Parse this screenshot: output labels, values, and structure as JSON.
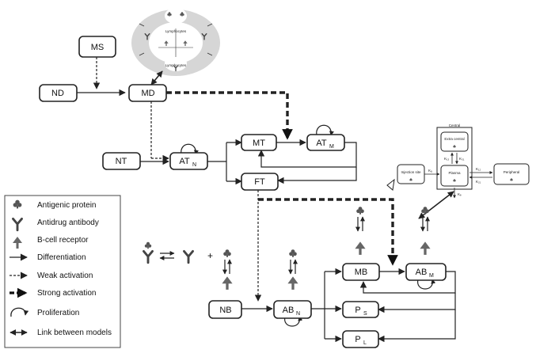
{
  "nodes": {
    "MS": {
      "label": "MS",
      "sub": ""
    },
    "ND": {
      "label": "ND",
      "sub": ""
    },
    "MD": {
      "label": "MD",
      "sub": ""
    },
    "NT": {
      "label": "NT",
      "sub": ""
    },
    "ATN": {
      "label": "AT",
      "sub": "N"
    },
    "MT": {
      "label": "MT",
      "sub": ""
    },
    "ATM": {
      "label": "AT",
      "sub": "M"
    },
    "FT": {
      "label": "FT",
      "sub": ""
    },
    "NB": {
      "label": "NB",
      "sub": ""
    },
    "ABN": {
      "label": "AB",
      "sub": "N"
    },
    "MB": {
      "label": "MB",
      "sub": ""
    },
    "ABM": {
      "label": "AB",
      "sub": "M"
    },
    "PS": {
      "label": "P",
      "sub": "S"
    },
    "PL": {
      "label": "P",
      "sub": "L"
    }
  },
  "pk": {
    "central_title": "Central",
    "extra_central": "Extra central",
    "injection_site": "Injection site",
    "plasma": "Plasma",
    "peripheral": "Peripheral",
    "k_a": "Kₐ",
    "k_cp": "K₁₂",
    "k_pc": "K₂₁",
    "k_ce": "K₁₃",
    "k_ec": "K₃₁",
    "k_el": "Kₑ"
  },
  "lymph": {
    "top_label": "Lymphocytes",
    "bottom_label": "Lymphocytes"
  },
  "binding_plus": "+",
  "legend": [
    {
      "icon": "antigenic-protein-icon",
      "label": "Antigenic protein"
    },
    {
      "icon": "antidrug-antibody-icon",
      "label": "Antidrug antibody"
    },
    {
      "icon": "b-cell-receptor-icon",
      "label": "B-cell receptor"
    },
    {
      "icon": "differentiation-arrow-icon",
      "label": "Differentiation"
    },
    {
      "icon": "weak-activation-arrow-icon",
      "label": "Weak activation"
    },
    {
      "icon": "strong-activation-arrow-icon",
      "label": "Strong activation"
    },
    {
      "icon": "proliferation-loop-icon",
      "label": "Proliferation"
    },
    {
      "icon": "link-between-models-icon",
      "label": "Link between models"
    }
  ],
  "colors": {
    "line": "#222222",
    "cell_grey": "#d6d6d6",
    "icon": "#555555"
  }
}
